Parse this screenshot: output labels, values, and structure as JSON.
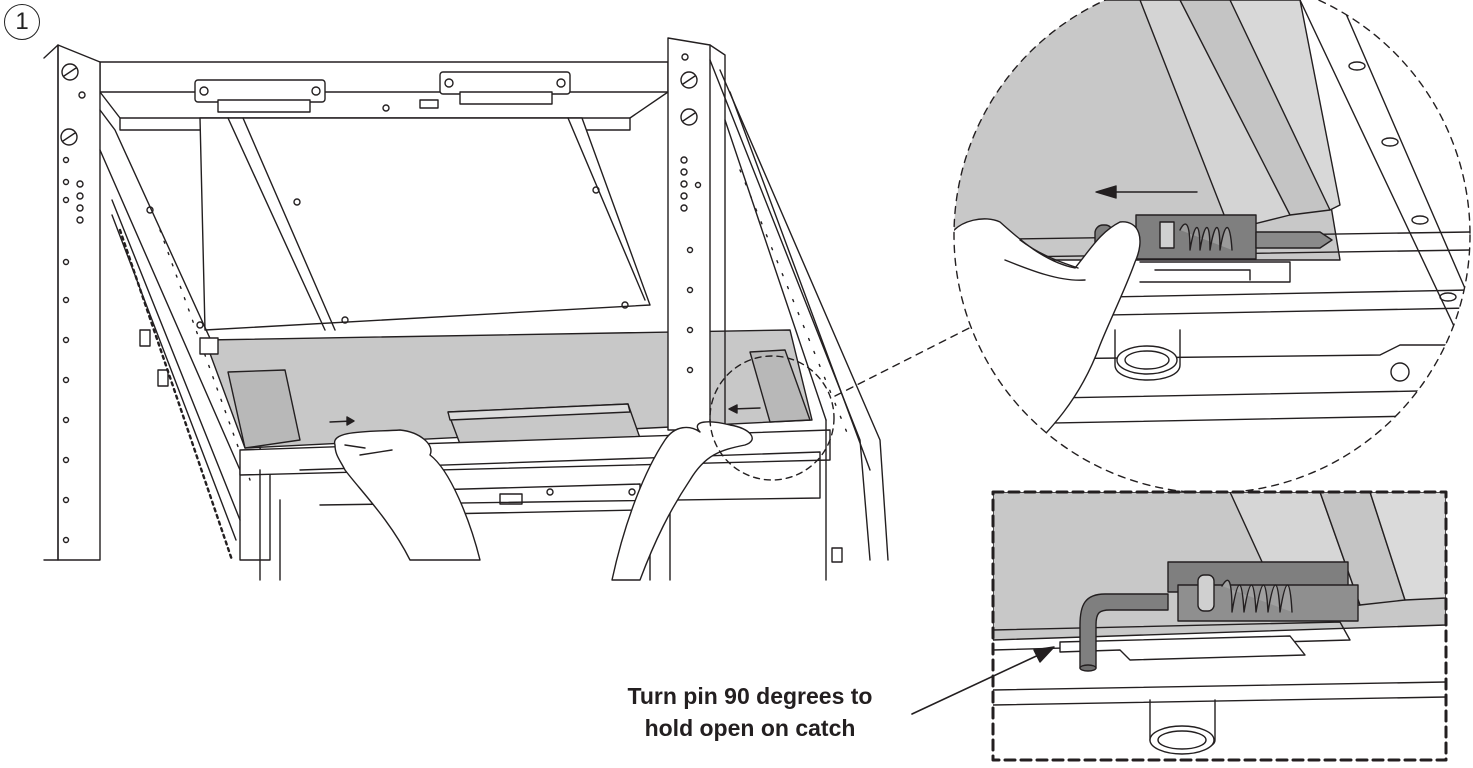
{
  "step": {
    "number": "1"
  },
  "callout": {
    "line1": "Turn pin 90 degrees to",
    "line2": "hold open on catch"
  },
  "colors": {
    "line": "#231f20",
    "panel_grey": "#c8c8c8",
    "pin_grey": "#7f7f7f",
    "background": "#ffffff"
  },
  "views": [
    {
      "name": "rack-frame-main-view"
    },
    {
      "name": "circular-detail-view"
    },
    {
      "name": "rectangular-detail-view"
    }
  ]
}
